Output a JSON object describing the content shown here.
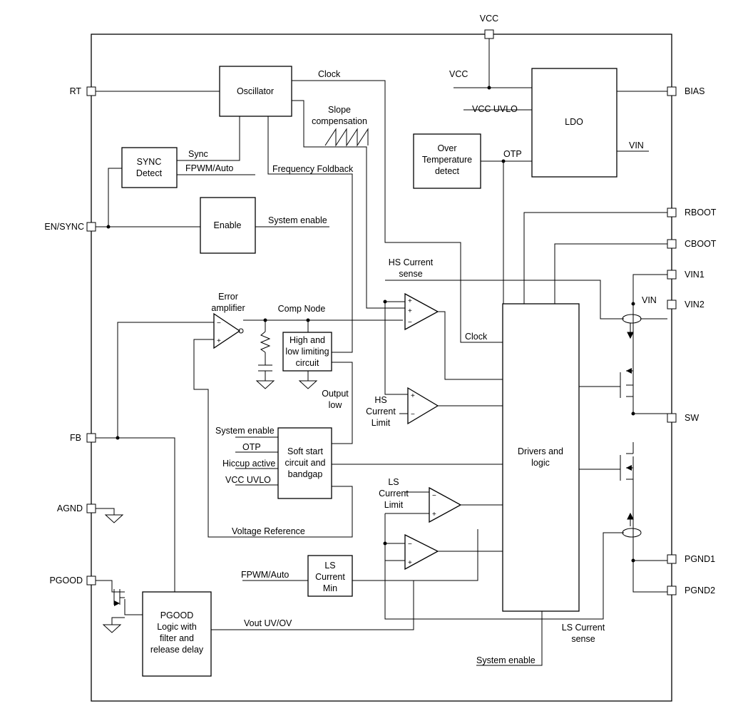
{
  "pins": {
    "vcc": "VCC",
    "rt": "RT",
    "en_sync": "EN/SYNC",
    "fb": "FB",
    "agnd": "AGND",
    "pgood": "PGOOD",
    "bias": "BIAS",
    "rboot": "RBOOT",
    "cboot": "CBOOT",
    "vin1": "VIN1",
    "vin2": "VIN2",
    "sw": "SW",
    "pgnd1": "PGND1",
    "pgnd2": "PGND2"
  },
  "blocks": {
    "oscillator": [
      "Oscillator"
    ],
    "sync_detect": [
      "SYNC",
      "Detect"
    ],
    "enable": [
      "Enable"
    ],
    "ldo": [
      "LDO"
    ],
    "over_temp": [
      "Over",
      "Temperature",
      "detect"
    ],
    "limiter": [
      "High and",
      "low limiting",
      "circuit"
    ],
    "soft_start": [
      "Soft start",
      "circuit and",
      "bandgap"
    ],
    "ls_min": [
      "LS",
      "Current",
      "Min"
    ],
    "drivers": [
      "Drivers and",
      "logic"
    ],
    "pgood_logic": [
      "PGOOD",
      "Logic with",
      "filter and",
      "release delay"
    ]
  },
  "labels": {
    "clock_top": "Clock",
    "vcc_ldo": "VCC",
    "vcc_uvlo_ldo": "VCC UVLO",
    "vin_ldo": "VIN",
    "otp_ldo": "OTP",
    "slope": [
      "Slope",
      "compensation"
    ],
    "sync": "Sync",
    "fpwm_sync": "FPWM/Auto",
    "freq_foldback": "Frequency Foldback",
    "system_enable_top": "System enable",
    "hs_current_sense": [
      "HS Current",
      "sense"
    ],
    "vin_sw": "VIN",
    "error_amp": [
      "Error",
      "amplifier"
    ],
    "comp_node": "Comp Node",
    "clock_mid": "Clock",
    "output_low": [
      "Output",
      "low"
    ],
    "hs_current_limit": [
      "HS",
      "Current",
      "Limit"
    ],
    "ss_system_enable": "System enable",
    "ss_otp": "OTP",
    "ss_hiccup": "Hiccup active",
    "ss_vcc_uvlo": "VCC UVLO",
    "ls_current_limit": [
      "LS",
      "Current",
      "Limit"
    ],
    "voltage_reference": "Voltage Reference",
    "fpwm_ls": "FPWM/Auto",
    "vout_uv_ov": "Vout UV/OV",
    "ls_current_sense": [
      "LS Current",
      "sense"
    ],
    "system_enable_bottom": "System enable"
  }
}
